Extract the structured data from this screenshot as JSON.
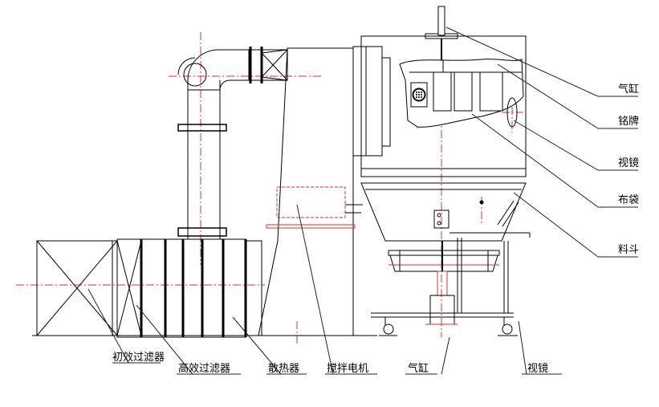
{
  "labels": {
    "cylinder_top": "气缸",
    "nameplate": "铭牌",
    "sight_glass_right": "视镜",
    "filter_bag": "布袋",
    "hopper": "料斗",
    "primary_filter": "初效过滤器",
    "hepa_filter": "高效过滤器",
    "radiator": "散热器",
    "stir_motor": "搅拌电机",
    "cylinder_bottom": "气缸",
    "sight_glass_bottom": "视镜"
  },
  "colors": {
    "line": "#000000",
    "centerline": "#e03030",
    "leader": "#222222",
    "fill_gray": "#eeeeee"
  }
}
